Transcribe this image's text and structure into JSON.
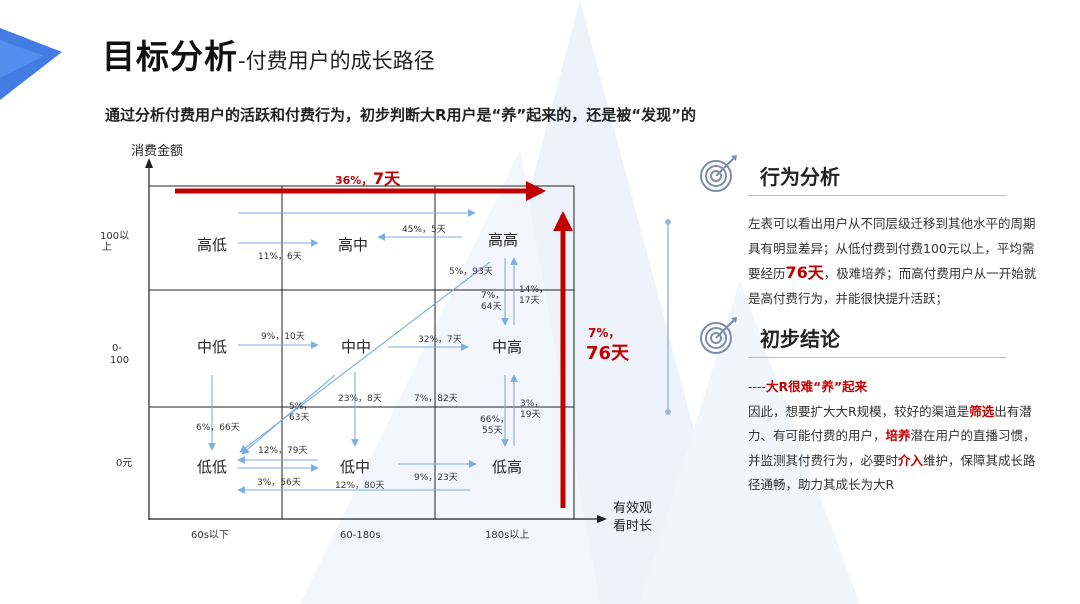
{
  "header": {
    "title_main": "目标分析",
    "title_sub": "-付费用户的成长路径"
  },
  "intro": "通过分析付费用户的活跃和付费行为，初步判断大R用户是“养”起来的，还是被“发现”的",
  "colors": {
    "accent_red": "#c00000",
    "arrow_blue": "#7aaee0",
    "text": "#222222"
  },
  "chart": {
    "y_axis_label": "消费金额",
    "x_axis_label_line1": "有效观",
    "x_axis_label_line2": "看时长",
    "y_ticks": [
      "100以上",
      "0-100",
      "0元"
    ],
    "y_tick_100_line1": "100以",
    "y_tick_100_line2": "上",
    "y_tick_mid_line1": "0-",
    "y_tick_mid_line2": "100",
    "x_ticks": [
      "60s以下",
      "60-180s",
      "180s以上"
    ],
    "cells": {
      "high_low": "高低",
      "high_mid": "高中",
      "high_high": "高高",
      "mid_low": "中低",
      "mid_mid": "中中",
      "mid_high": "中高",
      "low_low": "低低",
      "low_mid": "低中",
      "low_high": "低高"
    },
    "top_arrow_label": "36%，",
    "top_arrow_days": "7天",
    "right_arrow_label": "7%，",
    "right_arrow_days": "76天",
    "migrations": {
      "a1": "11%，6天",
      "a2": "45%，5天",
      "a3": "5%，93天",
      "a4": "14%，",
      "a4b": "17天",
      "a5": "7%，",
      "a5b": "64天",
      "a6": "9%，10天",
      "a7": "32%，7天",
      "a8": "6%，66天",
      "a9": "5%，",
      "a9b": "63天",
      "a10": "23%，8天",
      "a11": "7%，82天",
      "a12": "3%，",
      "a12b": "19天",
      "a13": "66%，",
      "a13b": "55天",
      "a14": "12%，79天",
      "a15": "3%，56天",
      "a16": "12%，80天",
      "a17": "9%，23天"
    }
  },
  "panel": {
    "behavior_title": "行为分析",
    "behavior_p1": "左表可以看出用户从不同层级迁移到其他水平的周期具有明显差异；从低付费到付费100元以上，平均需要经历",
    "behavior_hl": "76天",
    "behavior_p2": "，极难培养；而高付费用户从一开始就是高付费行为，并能很快提升活跃；",
    "conclusion_title": "初步结论",
    "conclusion_lead_dash": "----",
    "conclusion_lead": "大R很难“养”起来",
    "conclusion_p1": "因此，想要扩大大R规模，较好的渠道是",
    "conclusion_hl1": "筛选",
    "conclusion_p2": "出有潜力、有可能付费的用户，",
    "conclusion_hl2": "培养",
    "conclusion_p3": "潜在用户的直播习惯，并监测其付费行为，必要时",
    "conclusion_hl3": "介入",
    "conclusion_p4": "维护，保障其成长路径通畅，助力其成长为大R"
  }
}
